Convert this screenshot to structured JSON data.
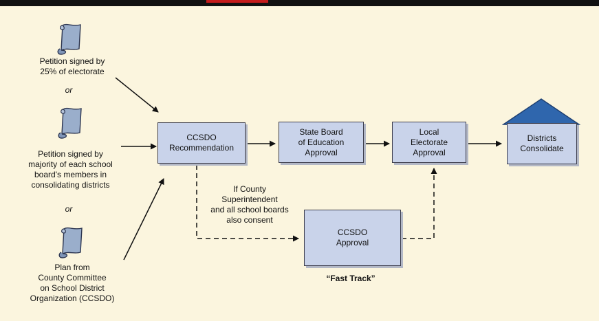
{
  "colors": {
    "background": "#fbf5de",
    "box_fill": "#c9d3ea",
    "box_border": "#3b3b4a",
    "roof": "#2f66ad",
    "scroll_fill": "#9aaecb",
    "top_bar": "#111111",
    "top_accent": "#c41b1b"
  },
  "inputs": {
    "petition_electorate": "Petition signed by\n25% of electorate",
    "or_1": "or",
    "petition_boards": "Petition signed by\nmajority of each school\nboard's members in\nconsolidating districts",
    "or_2": "or",
    "county_plan": "Plan from\nCounty Committee\non School District\nOrganization (CCSDO)"
  },
  "icons": [
    "scroll-icon",
    "scroll-icon",
    "scroll-icon",
    "house-roof-icon"
  ],
  "boxes": {
    "recommendation": "CCSDO\nRecommendation",
    "state_board": "State Board\nof Education\nApproval",
    "local_electorate": "Local\nElectorate\nApproval",
    "districts": "Districts\nConsolidate",
    "ccsdo_approval": "CCSDO\nApproval"
  },
  "conditions": {
    "fast_track_condition": "If County\nSuperintendent\nand all school boards\nalso consent",
    "fast_track_label": "“Fast Track”"
  }
}
